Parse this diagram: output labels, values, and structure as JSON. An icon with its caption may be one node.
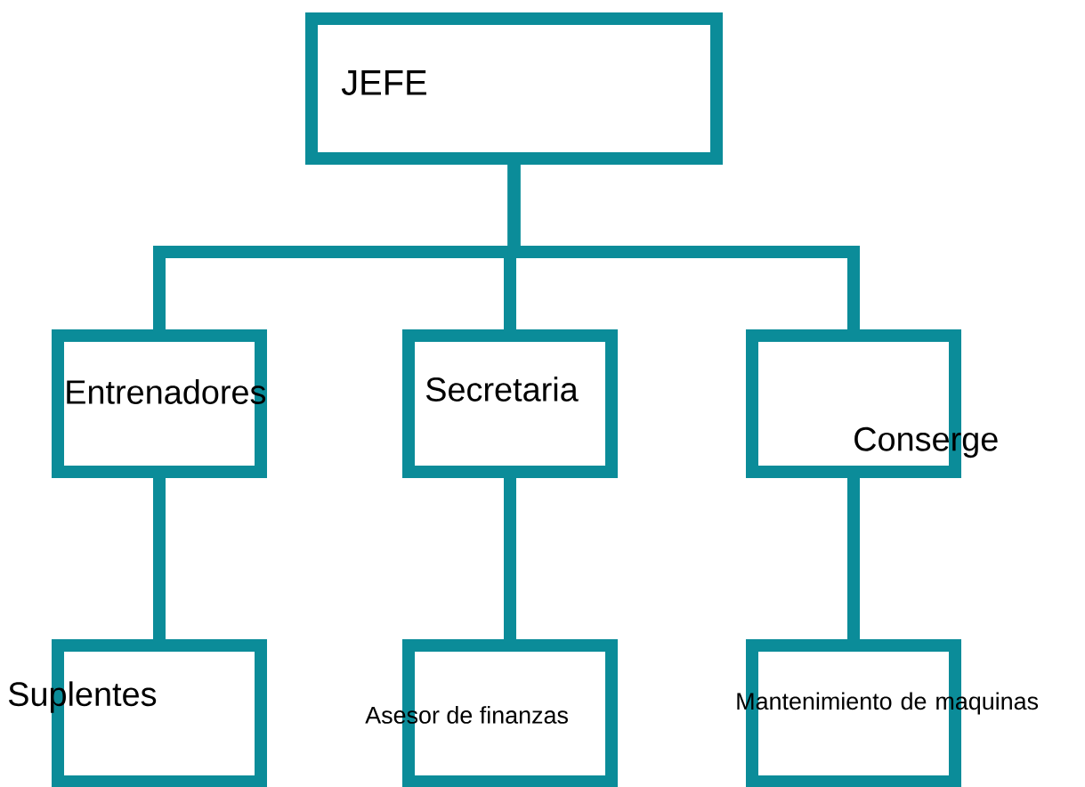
{
  "diagram": {
    "nodes": [
      {
        "text": [
          "JEFE"
        ]
      },
      {
        "text": [
          "Entrenadores"
        ]
      },
      {
        "text": [
          "Secretaria"
        ]
      },
      {
        "text": [
          "Conserge"
        ]
      },
      {
        "text": [
          "Suplentes"
        ]
      },
      {
        "text": [
          "Asesor de finanzas"
        ]
      },
      {
        "text": [
          "Mantenimiento de maquinas"
        ]
      }
    ],
    "edges": [
      {
        "from": 0,
        "to": 1,
        "arrow": "none"
      },
      {
        "from": 0,
        "to": 2,
        "arrow": "none"
      },
      {
        "from": 0,
        "to": 3,
        "arrow": "none"
      },
      {
        "from": 1,
        "to": 4,
        "arrow": "none"
      },
      {
        "from": 2,
        "to": 5,
        "arrow": "none"
      },
      {
        "from": 3,
        "to": 6,
        "arrow": "none"
      }
    ]
  }
}
